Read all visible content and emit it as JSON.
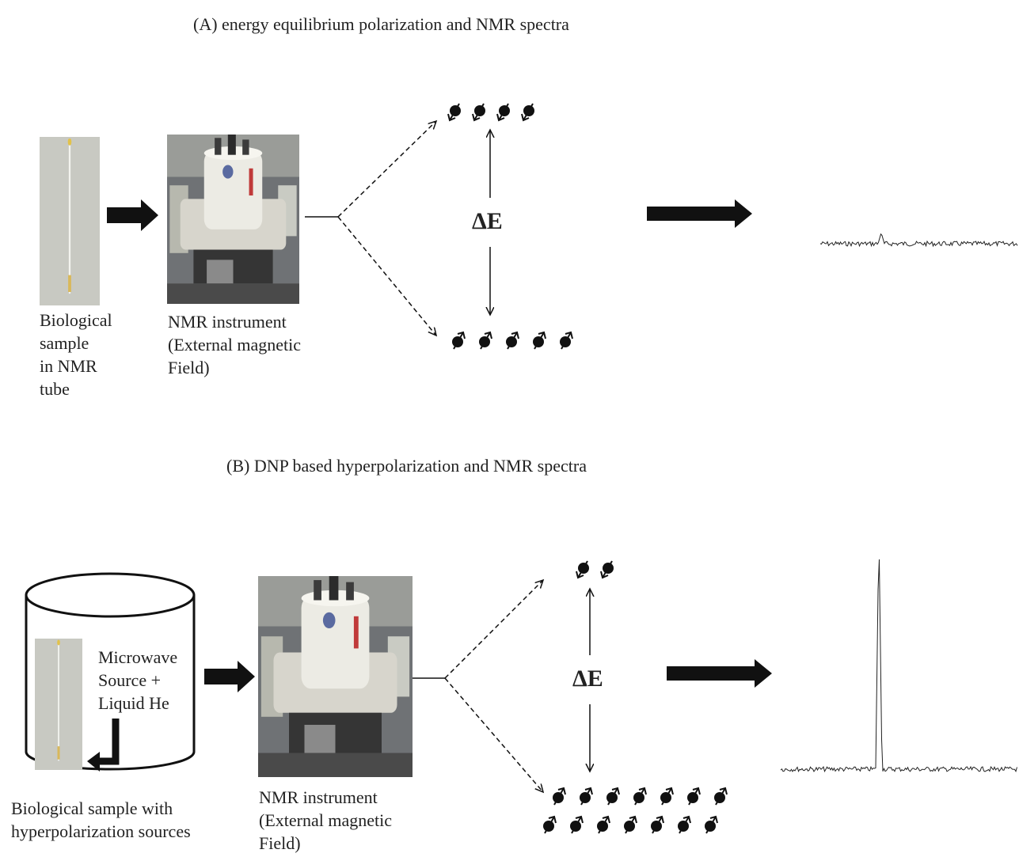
{
  "panel_a": {
    "title": "(A) energy equilibrium polarization and NMR spectra",
    "sample_label": "Biological\nsample\nin NMR\ntube",
    "instrument_label": "NMR instrument\n(External magnetic\nField)",
    "delta_e": "ΔE",
    "upper_spins": 4,
    "lower_spins": 5
  },
  "panel_b": {
    "title": "(B) DNP based hyperpolarization and NMR spectra",
    "source_label": "Microwave\nSource +\nLiquid He",
    "sample_label": "Biological  sample with\nhyperpolarization sources",
    "instrument_label": "NMR instrument\n(External magnetic\nField)",
    "delta_e": "ΔE",
    "upper_spins": 2,
    "lower_spins": 14
  },
  "colors": {
    "ink": "#111111",
    "instrument": "#e8e4d8",
    "room": "#6f7275"
  }
}
